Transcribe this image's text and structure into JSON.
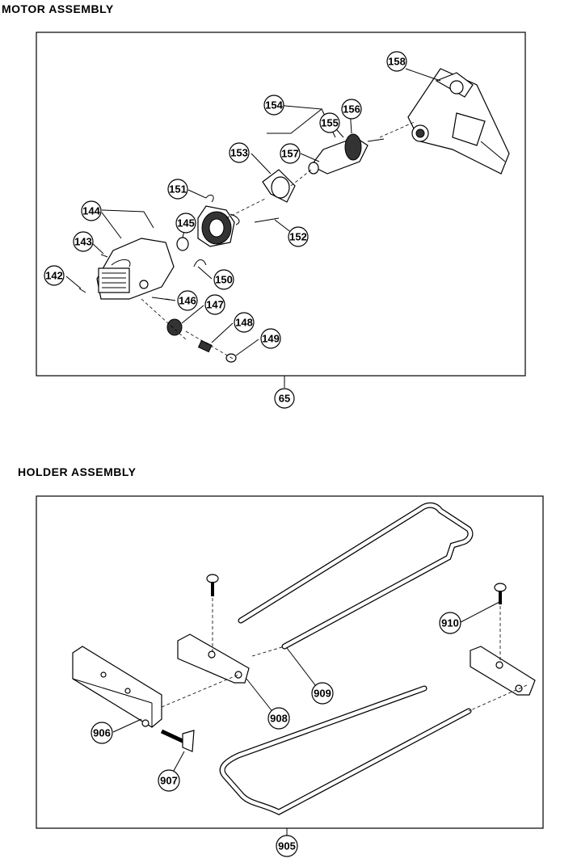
{
  "titles": {
    "motor": "MOTOR ASSEMBLY",
    "holder": "HOLDER ASSEMBLY"
  },
  "motor_assembly": {
    "group_number": "65",
    "callouts": [
      "158",
      "154",
      "156",
      "155",
      "153",
      "157",
      "151",
      "144",
      "145",
      "152",
      "143",
      "142",
      "150",
      "146",
      "147",
      "148",
      "149"
    ]
  },
  "holder_assembly": {
    "group_number": "905",
    "callouts": [
      "910",
      "909",
      "908",
      "906",
      "907"
    ]
  }
}
